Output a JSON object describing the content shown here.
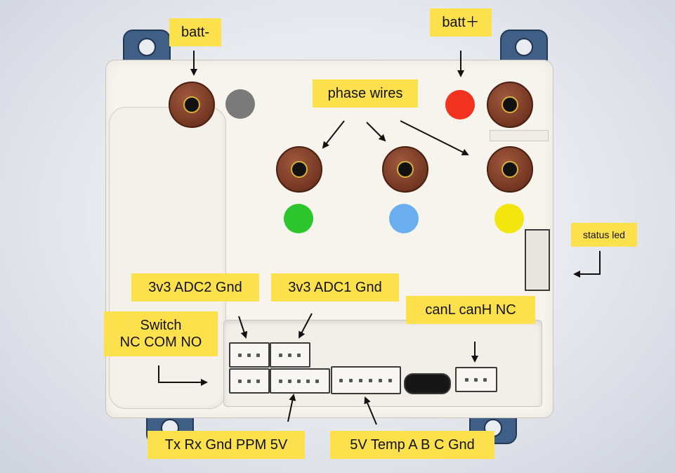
{
  "labels": {
    "batt_minus": "batt-",
    "batt_plus": "batt＋",
    "phase_wires": "phase wires",
    "status_led": "status led",
    "adc2": "3v3 ADC2 Gnd",
    "adc1": "3v3 ADC1 Gnd",
    "switch_line1": "Switch",
    "switch_line2": "NC COM NO",
    "can": "canL canH NC",
    "uart": "Tx Rx Gnd PPM 5V",
    "hall": "5V Temp A B C Gnd"
  },
  "colors": {
    "label_bg": "#fde14c",
    "batt_plus_dot": "#f0321e",
    "batt_minus_dot": "#7a7a7a",
    "phase_green": "#2cc62c",
    "phase_blue": "#6aaef0",
    "phase_yellow": "#f2e60e",
    "mount_tab": "#3f5f86",
    "terminal": "#7a3b25"
  }
}
